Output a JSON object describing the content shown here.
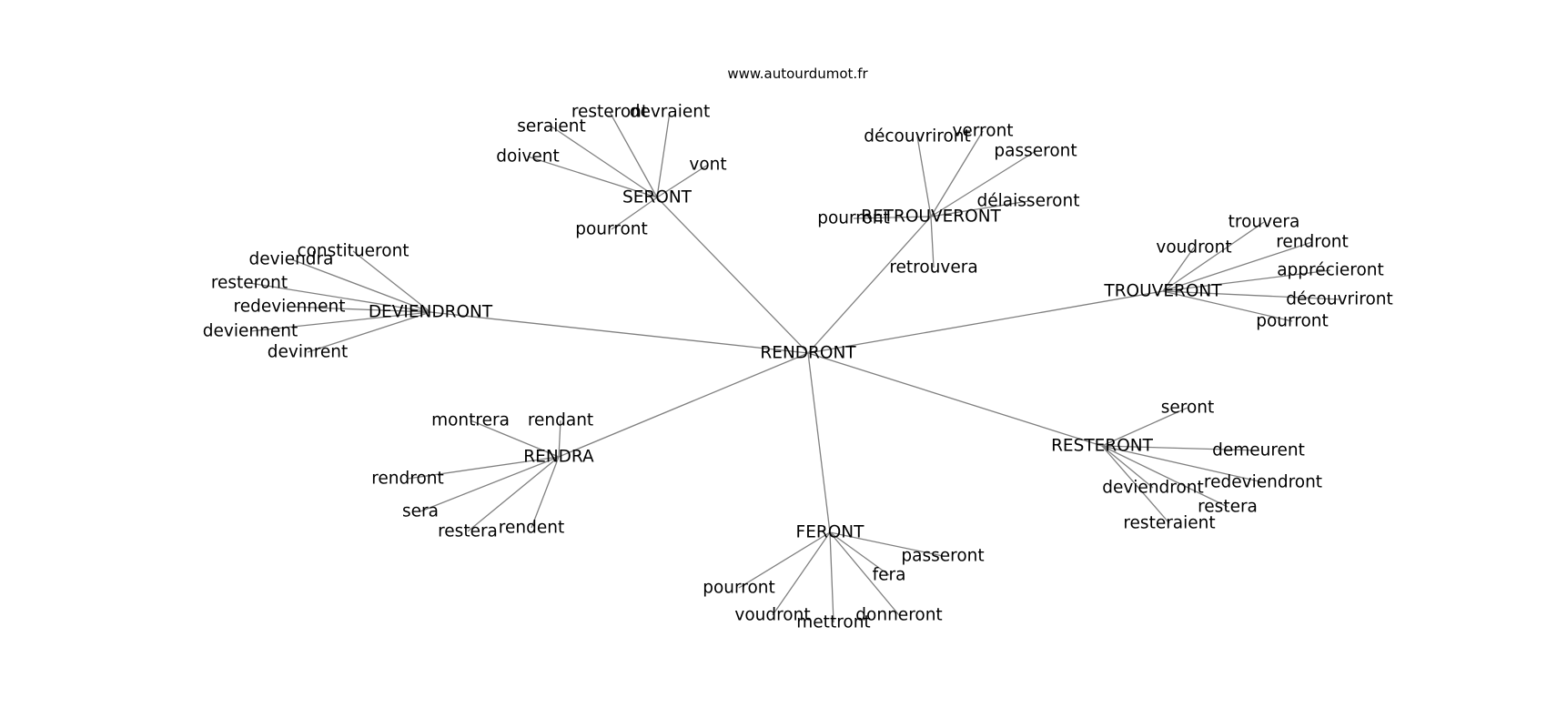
{
  "watermark": "www.autourdumot.fr",
  "graph": {
    "center": "RENDRONT",
    "hubs": [
      {
        "label": "SERONT",
        "leaves": [
          "resteront",
          "devraient",
          "seraient",
          "doivent",
          "vont",
          "pourront"
        ]
      },
      {
        "label": "RETROUVERONT",
        "leaves": [
          "découvriront",
          "verront",
          "passeront",
          "délaisseront",
          "pourront",
          "retrouvera"
        ]
      },
      {
        "label": "TROUVERONT",
        "leaves": [
          "trouvera",
          "voudront",
          "rendront",
          "apprécieront",
          "découvriront",
          "pourront"
        ]
      },
      {
        "label": "DEVIENDRONT",
        "leaves": [
          "constitueront",
          "deviendra",
          "resteront",
          "redeviennent",
          "deviennent",
          "devinrent"
        ]
      },
      {
        "label": "RENDRA",
        "leaves": [
          "montrera",
          "rendant",
          "rendront",
          "sera",
          "restera",
          "rendent"
        ]
      },
      {
        "label": "FERONT",
        "leaves": [
          "passeront",
          "fera",
          "pourront",
          "voudront",
          "mettront",
          "donneront"
        ]
      },
      {
        "label": "RESTERONT",
        "leaves": [
          "seront",
          "demeurent",
          "redeviendront",
          "deviendront",
          "restera",
          "resteraient"
        ]
      }
    ]
  }
}
